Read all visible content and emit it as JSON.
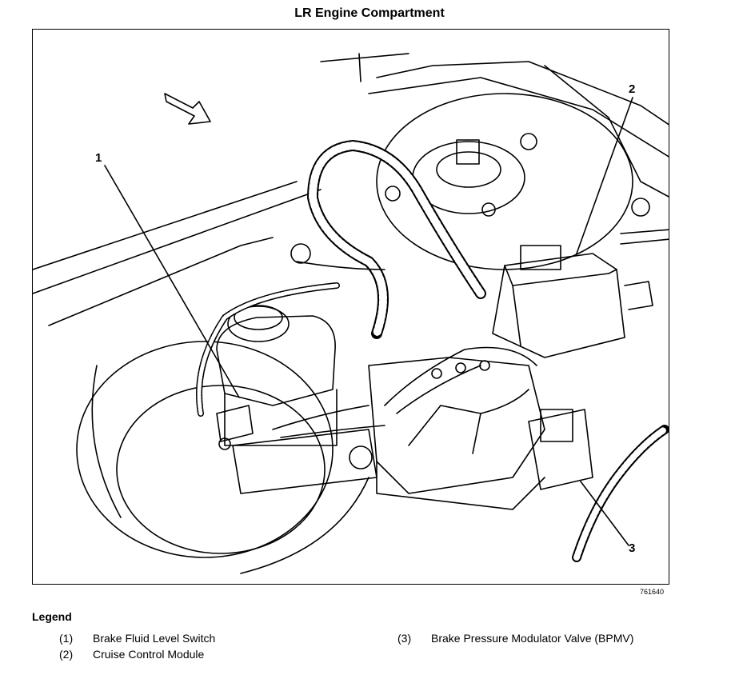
{
  "title": "LR Engine Compartment",
  "callouts": [
    "1",
    "2",
    "3"
  ],
  "figure_number": "761640",
  "legend": {
    "heading": "Legend",
    "items": [
      {
        "num": "(1)",
        "label": "Brake Fluid Level Switch"
      },
      {
        "num": "(2)",
        "label": "Cruise Control Module"
      },
      {
        "num": "(3)",
        "label": "Brake Pressure Modulator Valve (BPMV)"
      }
    ]
  }
}
